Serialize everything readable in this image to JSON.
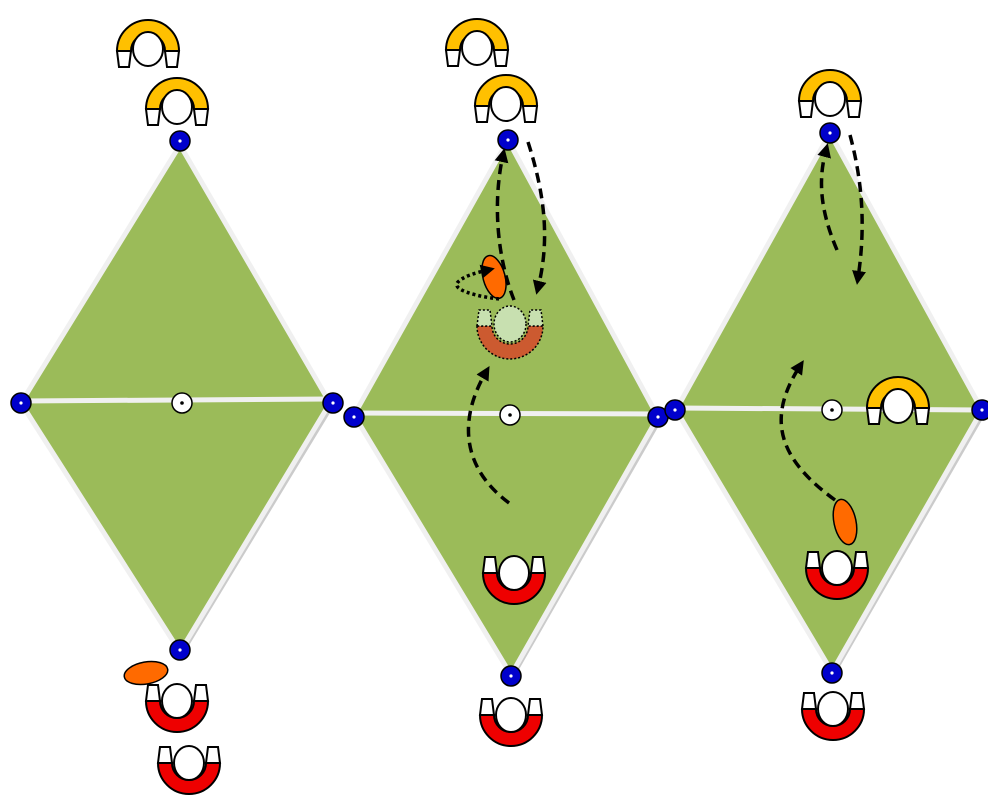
{
  "colors": {
    "pitch": "#9bbb59",
    "pitch_line": "#f0f0f0",
    "pitch_shadow": "#a8a8a8",
    "cone": "#0000cc",
    "attacker": "#ffc000",
    "defender": "#ee0000",
    "ghost_defender": "#cc5a30",
    "ghost_head": "#c8e0b0",
    "ball": "#ff6a00",
    "arrow": "#000000"
  },
  "icons": {
    "cone": "cone-marker-icon",
    "center_spot": "center-spot-icon",
    "attacker": "yellow-player-icon",
    "defender": "red-player-icon",
    "ball": "ball-icon",
    "run_arrow": "dashed-arrow-icon",
    "dribble_arrow": "dotted-arrow-icon"
  },
  "diagrams": [
    {
      "name": "setup",
      "players": {
        "attackers": 2,
        "defenders": 2
      },
      "balls": 1
    },
    {
      "name": "sequence-1",
      "players": {
        "attackers": 2,
        "defenders": 2
      },
      "balls": 1,
      "ghost_defenders": 1
    },
    {
      "name": "sequence-2",
      "players": {
        "attackers": 2,
        "defenders": 2
      },
      "balls": 1
    }
  ]
}
